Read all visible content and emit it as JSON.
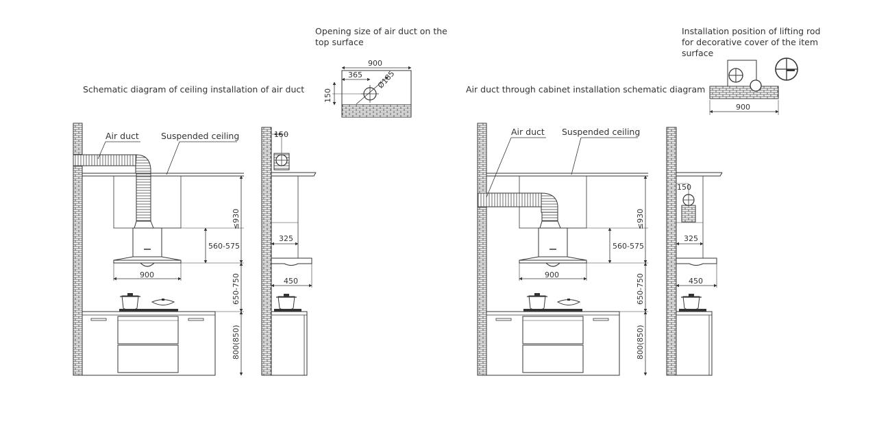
{
  "colors": {
    "line": "#333333",
    "brick": "#444444",
    "background": "#ffffff"
  },
  "top_insets": {
    "duct_opening_title": [
      "Opening size of air duct on the",
      "top surface"
    ],
    "duct_opening_dims": {
      "width": "900",
      "offset": "365",
      "diameter": "Ø185",
      "height": "150"
    },
    "lifting_rod_title": [
      "Installation position of lifting rod",
      "for decorative cover of the item",
      "surface"
    ],
    "lifting_rod_dims": {
      "width": "900"
    }
  },
  "left_diagram": {
    "title": "Schematic diagram of ceiling installation of air duct",
    "labels": {
      "air_duct": "Air duct",
      "suspended_ceiling": "Suspended ceiling"
    },
    "dims": {
      "max_height": "≤930",
      "hood_height": "560-575",
      "hood_width": "900",
      "cooktop_gap": "650-750",
      "cabinet_height": "800(850)"
    },
    "side_dims": {
      "top_offset": "150",
      "depth_upper": "325",
      "depth_lower": "450"
    }
  },
  "right_diagram": {
    "title": "Air duct through cabinet installation schematic diagram",
    "labels": {
      "air_duct": "Air duct",
      "suspended_ceiling": "Suspended ceiling"
    },
    "dims": {
      "max_height": "≤930",
      "hood_height": "560-575",
      "hood_width": "900",
      "cooktop_gap": "650-750",
      "cabinet_height": "800(850)"
    },
    "side_dims": {
      "top_offset": "150",
      "depth_upper": "325",
      "depth_lower": "450"
    }
  }
}
